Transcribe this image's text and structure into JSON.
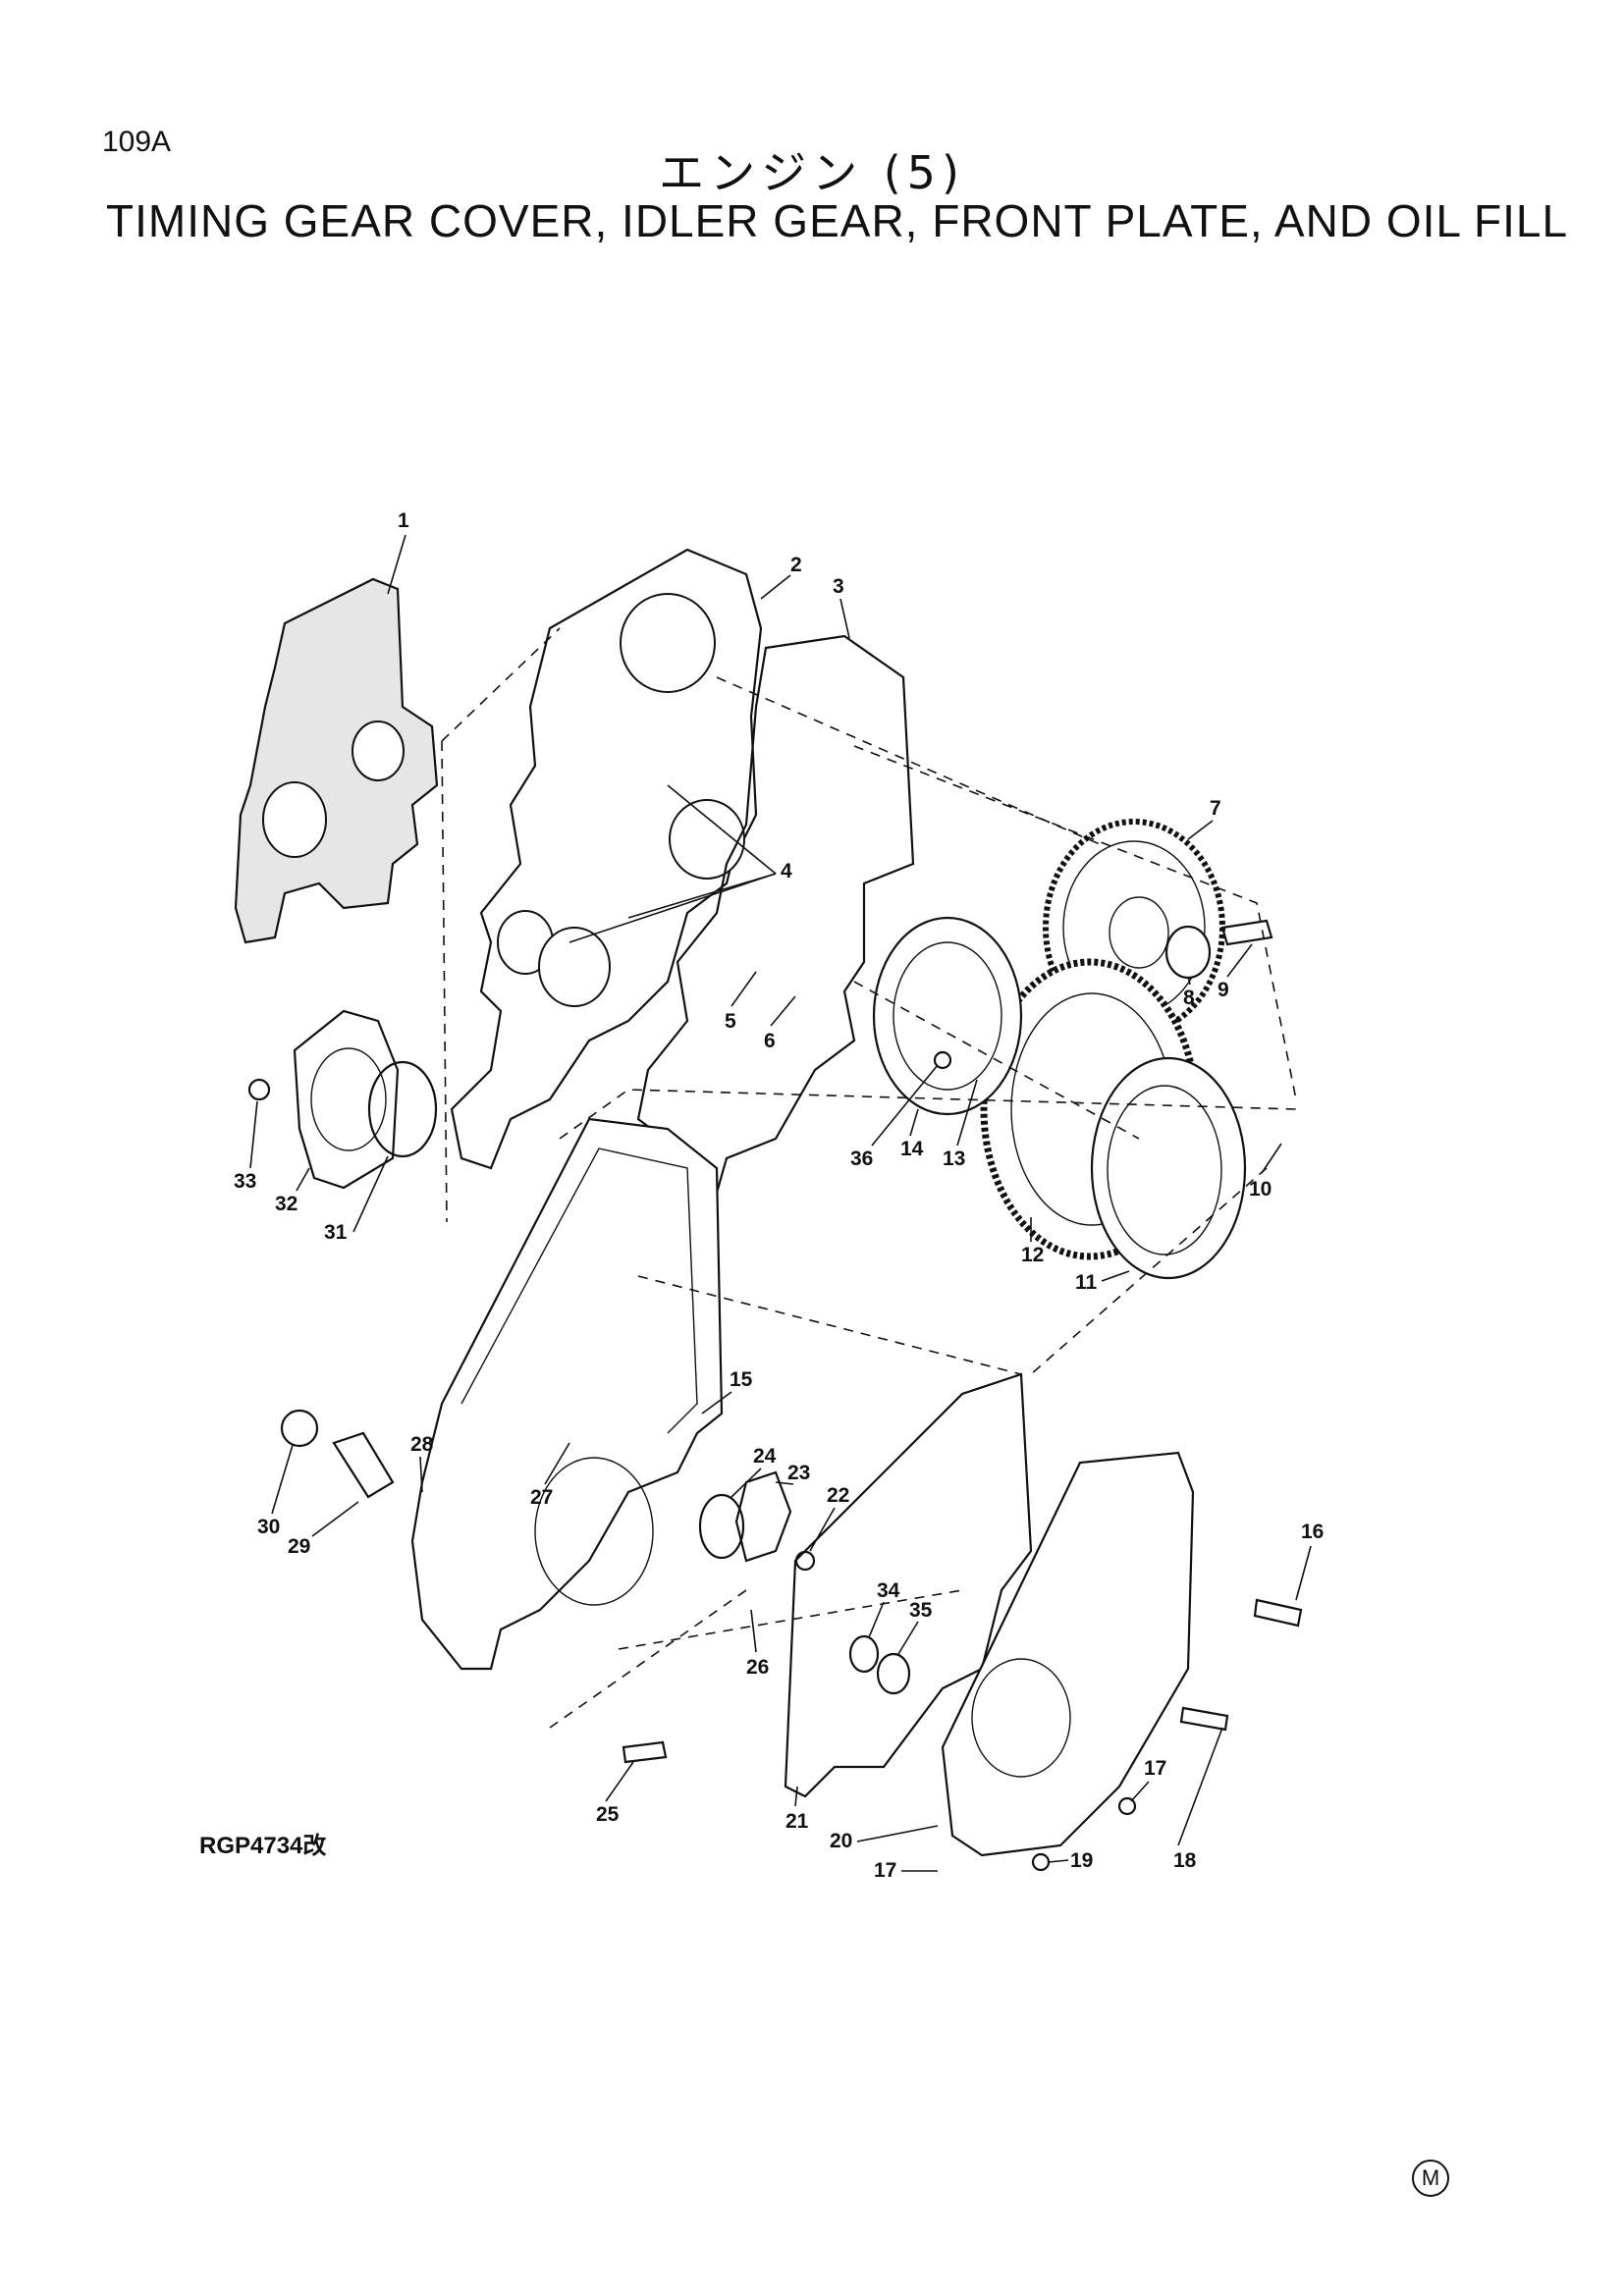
{
  "page": {
    "code": "109A",
    "title_jp": "エンジン (5)",
    "title_en": "TIMING GEAR COVER, IDLER GEAR, FRONT PLATE, AND OIL FILL",
    "reference": "RGP4734改",
    "mark": "M"
  },
  "callouts": [
    {
      "id": "c1",
      "label": "1"
    },
    {
      "id": "c2",
      "label": "2"
    },
    {
      "id": "c3",
      "label": "3"
    },
    {
      "id": "c4",
      "label": "4"
    },
    {
      "id": "c5",
      "label": "5"
    },
    {
      "id": "c6",
      "label": "6"
    },
    {
      "id": "c7",
      "label": "7"
    },
    {
      "id": "c8",
      "label": "8"
    },
    {
      "id": "c9",
      "label": "9"
    },
    {
      "id": "c10",
      "label": "10"
    },
    {
      "id": "c11",
      "label": "11"
    },
    {
      "id": "c12",
      "label": "12"
    },
    {
      "id": "c13",
      "label": "13"
    },
    {
      "id": "c14",
      "label": "14"
    },
    {
      "id": "c15",
      "label": "15"
    },
    {
      "id": "c16",
      "label": "16"
    },
    {
      "id": "c17a",
      "label": "17"
    },
    {
      "id": "c17b",
      "label": "17"
    },
    {
      "id": "c18",
      "label": "18"
    },
    {
      "id": "c19",
      "label": "19"
    },
    {
      "id": "c20",
      "label": "20"
    },
    {
      "id": "c21",
      "label": "21"
    },
    {
      "id": "c22",
      "label": "22"
    },
    {
      "id": "c23",
      "label": "23"
    },
    {
      "id": "c24",
      "label": "24"
    },
    {
      "id": "c25",
      "label": "25"
    },
    {
      "id": "c26",
      "label": "26"
    },
    {
      "id": "c27",
      "label": "27"
    },
    {
      "id": "c28",
      "label": "28"
    },
    {
      "id": "c29",
      "label": "29"
    },
    {
      "id": "c30",
      "label": "30"
    },
    {
      "id": "c31",
      "label": "31"
    },
    {
      "id": "c32",
      "label": "32"
    },
    {
      "id": "c33",
      "label": "33"
    },
    {
      "id": "c34",
      "label": "34"
    },
    {
      "id": "c35",
      "label": "35"
    },
    {
      "id": "c36",
      "label": "36"
    }
  ]
}
